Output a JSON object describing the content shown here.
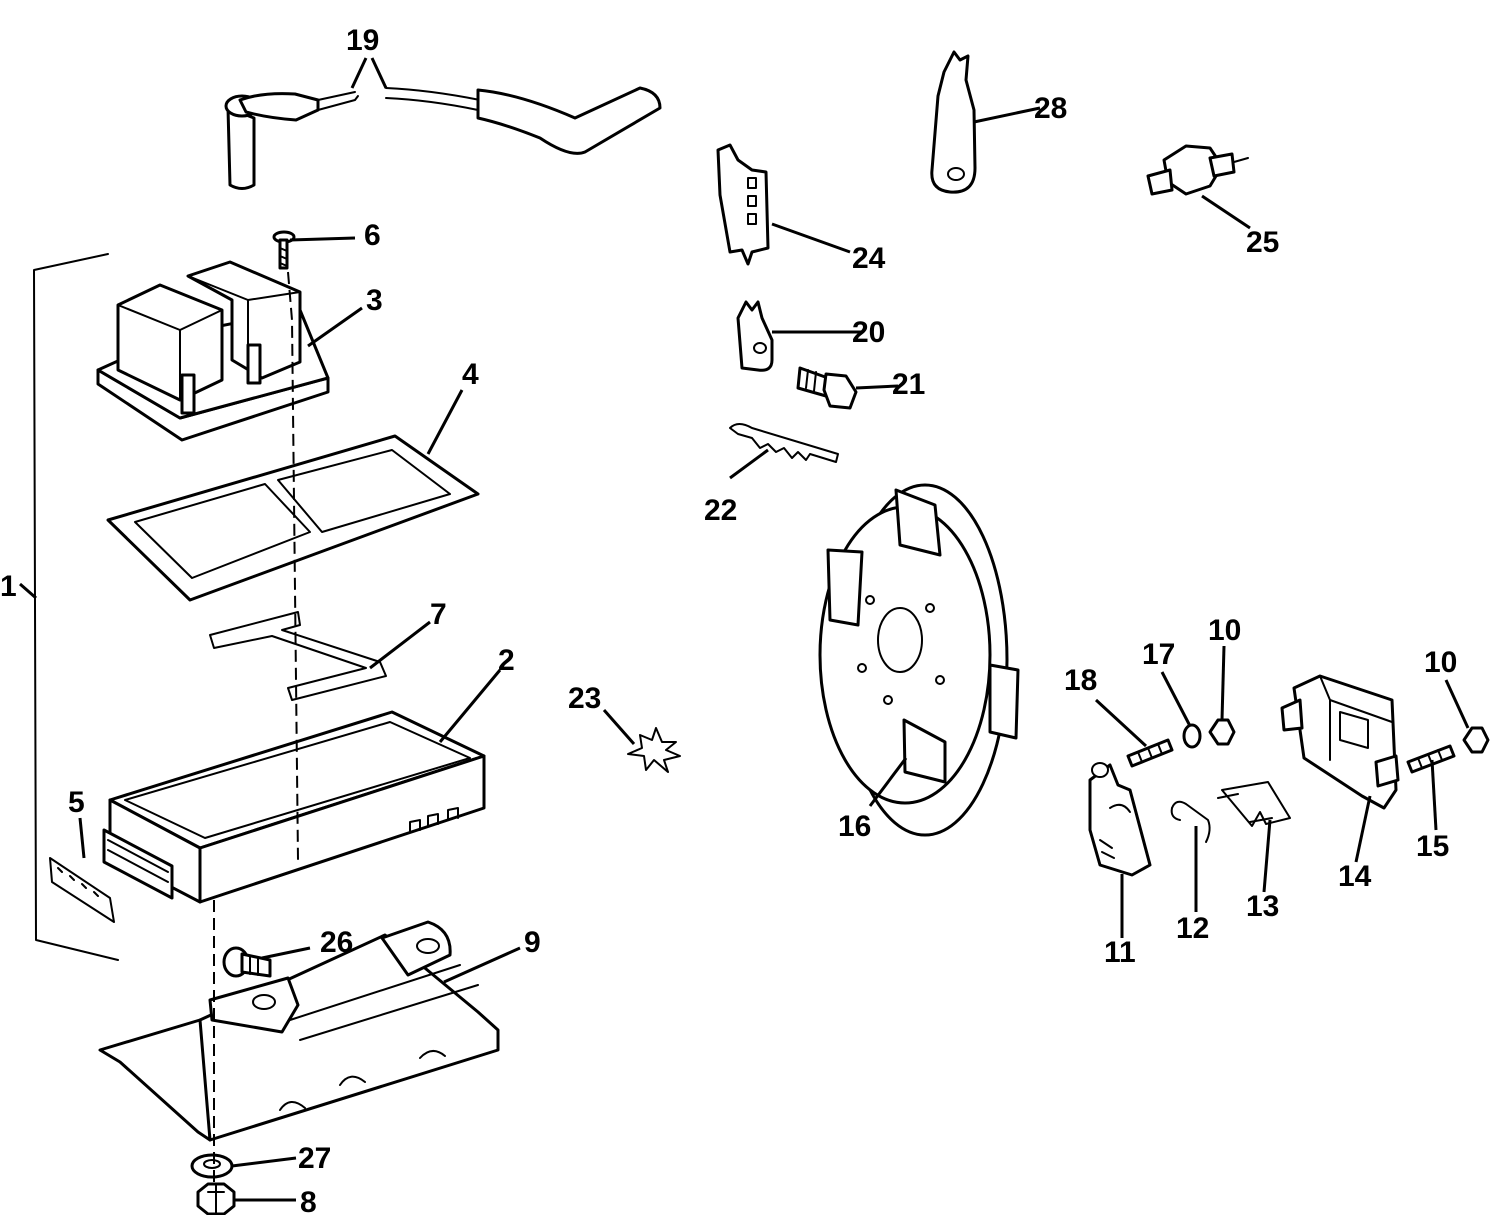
{
  "parts": [
    {
      "id": "p1",
      "label": "1"
    },
    {
      "id": "p2",
      "label": "2"
    },
    {
      "id": "p3",
      "label": "3"
    },
    {
      "id": "p4",
      "label": "4"
    },
    {
      "id": "p5",
      "label": "5"
    },
    {
      "id": "p6",
      "label": "6"
    },
    {
      "id": "p7",
      "label": "7"
    },
    {
      "id": "p8",
      "label": "8"
    },
    {
      "id": "p9",
      "label": "9"
    },
    {
      "id": "p10a",
      "label": "10"
    },
    {
      "id": "p10b",
      "label": "10"
    },
    {
      "id": "p11",
      "label": "11"
    },
    {
      "id": "p12",
      "label": "12"
    },
    {
      "id": "p13",
      "label": "13"
    },
    {
      "id": "p14",
      "label": "14"
    },
    {
      "id": "p15",
      "label": "15"
    },
    {
      "id": "p16",
      "label": "16"
    },
    {
      "id": "p17",
      "label": "17"
    },
    {
      "id": "p18",
      "label": "18"
    },
    {
      "id": "p19",
      "label": "19"
    },
    {
      "id": "p20",
      "label": "20"
    },
    {
      "id": "p21",
      "label": "21"
    },
    {
      "id": "p22",
      "label": "22"
    },
    {
      "id": "p23",
      "label": "23"
    },
    {
      "id": "p24",
      "label": "24"
    },
    {
      "id": "p25",
      "label": "25"
    },
    {
      "id": "p26",
      "label": "26"
    },
    {
      "id": "p27",
      "label": "27"
    },
    {
      "id": "p28",
      "label": "28"
    }
  ]
}
